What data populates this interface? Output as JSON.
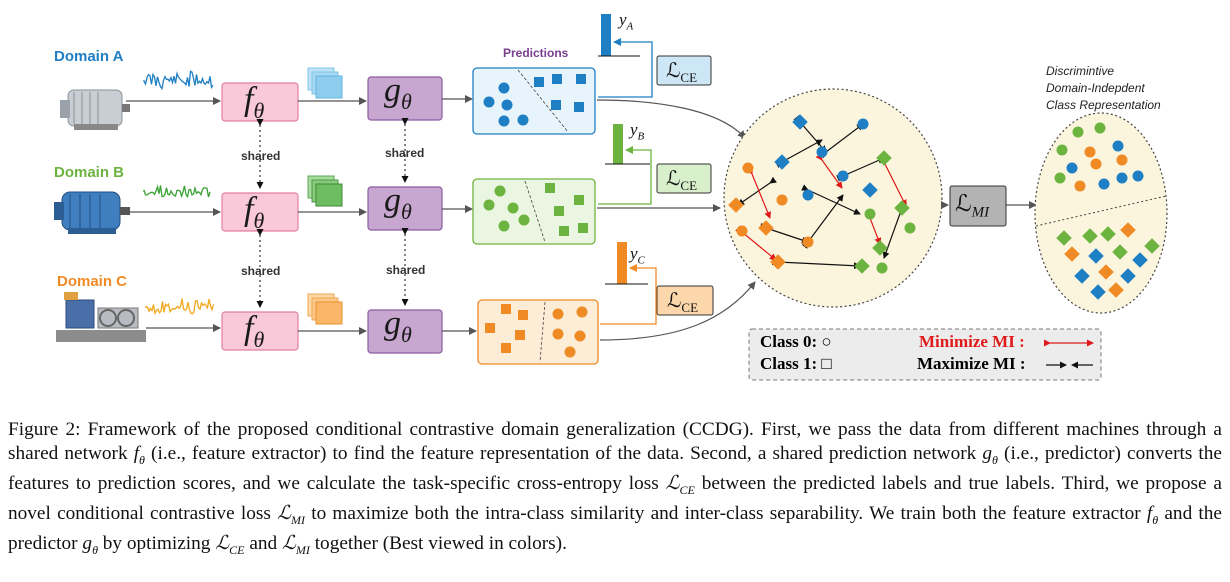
{
  "domains": [
    {
      "label": "Domain A",
      "color": "#1f7fc4"
    },
    {
      "label": "Domain B",
      "color": "#6db33f"
    },
    {
      "label": "Domain C",
      "color": "#f08a24"
    }
  ],
  "shared_label": "shared",
  "feature_extractor_symbol": "f",
  "feature_extractor_sub": "θ",
  "predictor_symbol": "g",
  "predictor_sub": "θ",
  "predictions_label": "Predictions",
  "true_labels": [
    {
      "symbol": "y",
      "sub": "A"
    },
    {
      "symbol": "y",
      "sub": "B"
    },
    {
      "symbol": "y",
      "sub": "C"
    }
  ],
  "ce_loss": {
    "symbol": "ℒ",
    "sub": "CE"
  },
  "mi_loss": {
    "symbol": "ℒ",
    "sub": "MI"
  },
  "representation_title": [
    "Discrimintive",
    "Domain-Indepdent",
    "Class Representation"
  ],
  "legend": {
    "class0": "Class 0: ○",
    "class1": "Class 1: □",
    "minimize": "Minimize MI :",
    "maximize": "Maximize MI :"
  },
  "colors": {
    "blue": "#1f7fc4",
    "green": "#6db33f",
    "orange": "#f08a24",
    "f_box": "#f9c9da",
    "g_box": "#c7a6cf",
    "minimize_red": "#e01b1b",
    "space_fill": "#fbf5de"
  },
  "caption": [
    {
      "t": "Figure 2: Framework of the proposed conditional contrastive domain generalization (CCDG). First, we pass the data from different machines through a shared network "
    },
    {
      "m": "f",
      "s": "θ"
    },
    {
      "t": " (i.e., feature extractor) to find the feature representation of the data. Second, a shared prediction network "
    },
    {
      "m": "g",
      "s": "θ"
    },
    {
      "t": " (i.e., predictor) converts the features to prediction scores, and we calculate the task-specific cross-entropy loss "
    },
    {
      "m": "ℒ",
      "s": "CE"
    },
    {
      "t": " between the predicted labels and true labels. Third, we propose a novel conditional contrastive loss "
    },
    {
      "m": "ℒ",
      "s": "MI"
    },
    {
      "t": " to maximize both the intra-class similarity and inter-class separability. We train both the feature extractor "
    },
    {
      "m": "f",
      "s": "θ"
    },
    {
      "t": " and the predictor "
    },
    {
      "m": "g",
      "s": "θ"
    },
    {
      "t": " by optimizing "
    },
    {
      "m": "ℒ",
      "s": "CE"
    },
    {
      "t": " and "
    },
    {
      "m": "ℒ",
      "s": "MI"
    },
    {
      "t": " together (Best viewed in colors)."
    }
  ]
}
